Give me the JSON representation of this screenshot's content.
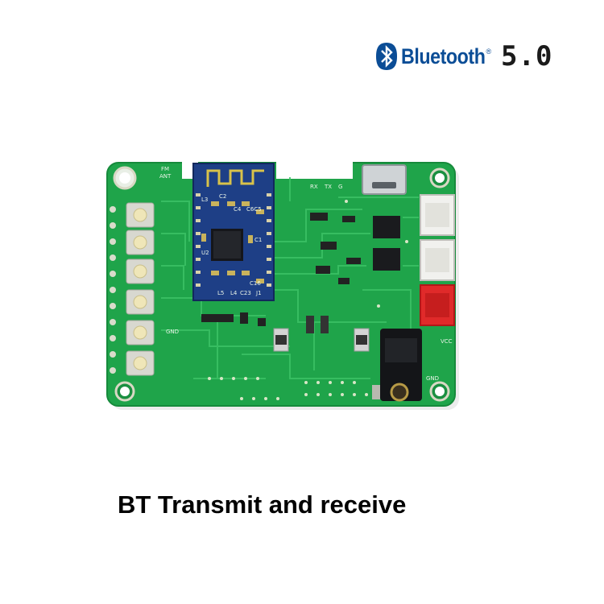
{
  "badge": {
    "brand": "Bluetooth",
    "registered_mark": "®",
    "version": "5.0",
    "brand_color": "#0b4d96"
  },
  "caption": "BT Transmit and receive",
  "board": {
    "pcb_color": "#1fa44a",
    "silkscreen": {
      "fm": "FM",
      "ant": "ANT",
      "rx": "RX",
      "tx": "TX",
      "g": "G",
      "vcc": "VCC",
      "gnd_right": "GND",
      "gnd_left": "GND",
      "c2": "C2",
      "c4": "C4",
      "c6c5": "C6C5",
      "c1": "C1",
      "u2": "U2",
      "l3": "L3",
      "l4": "L4",
      "c23": "C23",
      "c16": "C16",
      "j1": "J1",
      "l5": "L5"
    }
  }
}
